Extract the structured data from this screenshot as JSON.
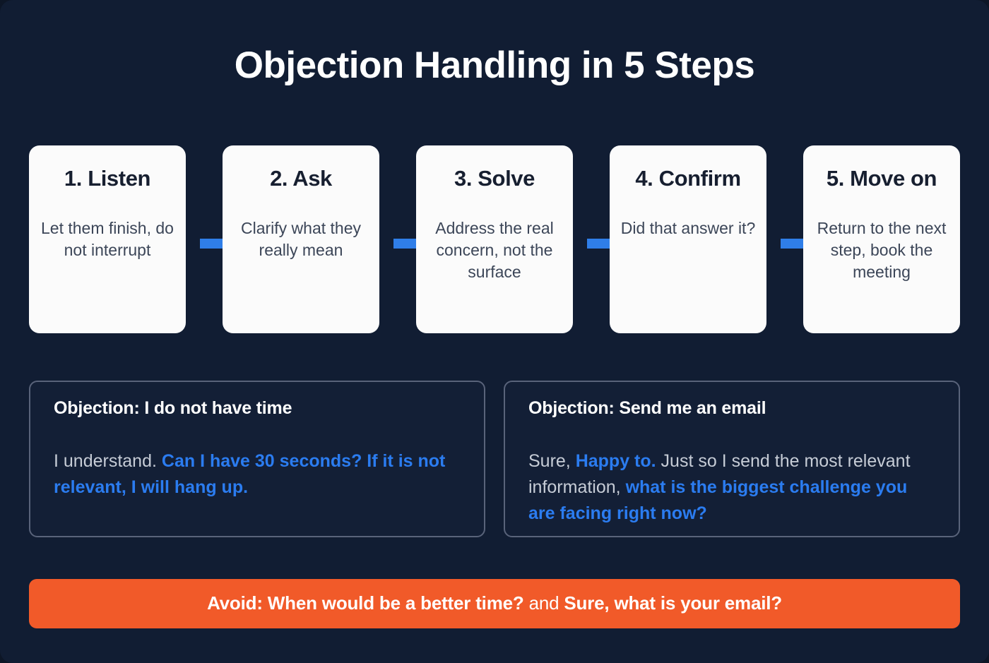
{
  "page": {
    "title": "Objection Handling in 5 Steps",
    "background_color": "#111d33",
    "accent_blue": "#2b7cf0",
    "accent_orange": "#f15a29",
    "card_color": "#fbfbfb"
  },
  "steps": [
    {
      "title": "1. Listen",
      "desc": "Let them finish, do not interrupt"
    },
    {
      "title": "2. Ask",
      "desc": "Clarify what they really mean"
    },
    {
      "title": "3. Solve",
      "desc": "Address the real concern, not the surface"
    },
    {
      "title": "4. Confirm",
      "desc": "Did that answer it?"
    },
    {
      "title": "5. Move on",
      "desc": "Return to the next step, book the meeting"
    }
  ],
  "arrow_icon": "arrow-right-icon",
  "objections": [
    {
      "heading": "Objection: I do not have time",
      "reply_plain_1": "I understand. ",
      "reply_highlight_1": "Can I have 30 seconds? If it is not relevant, I will hang up.",
      "reply_plain_2": "",
      "reply_highlight_2": "",
      "reply_plain_3": ""
    },
    {
      "heading": "Objection: Send me an email",
      "reply_plain_1": "Sure, ",
      "reply_highlight_1": "Happy to.",
      "reply_plain_2": " Just so I send the most relevant information, ",
      "reply_highlight_2": "what is the biggest challenge you are facing right now?",
      "reply_plain_3": ""
    }
  ],
  "avoid": {
    "label": "Avoid: When would be a better time?",
    "conjunction": " and ",
    "second": "Sure, what is your email?"
  }
}
